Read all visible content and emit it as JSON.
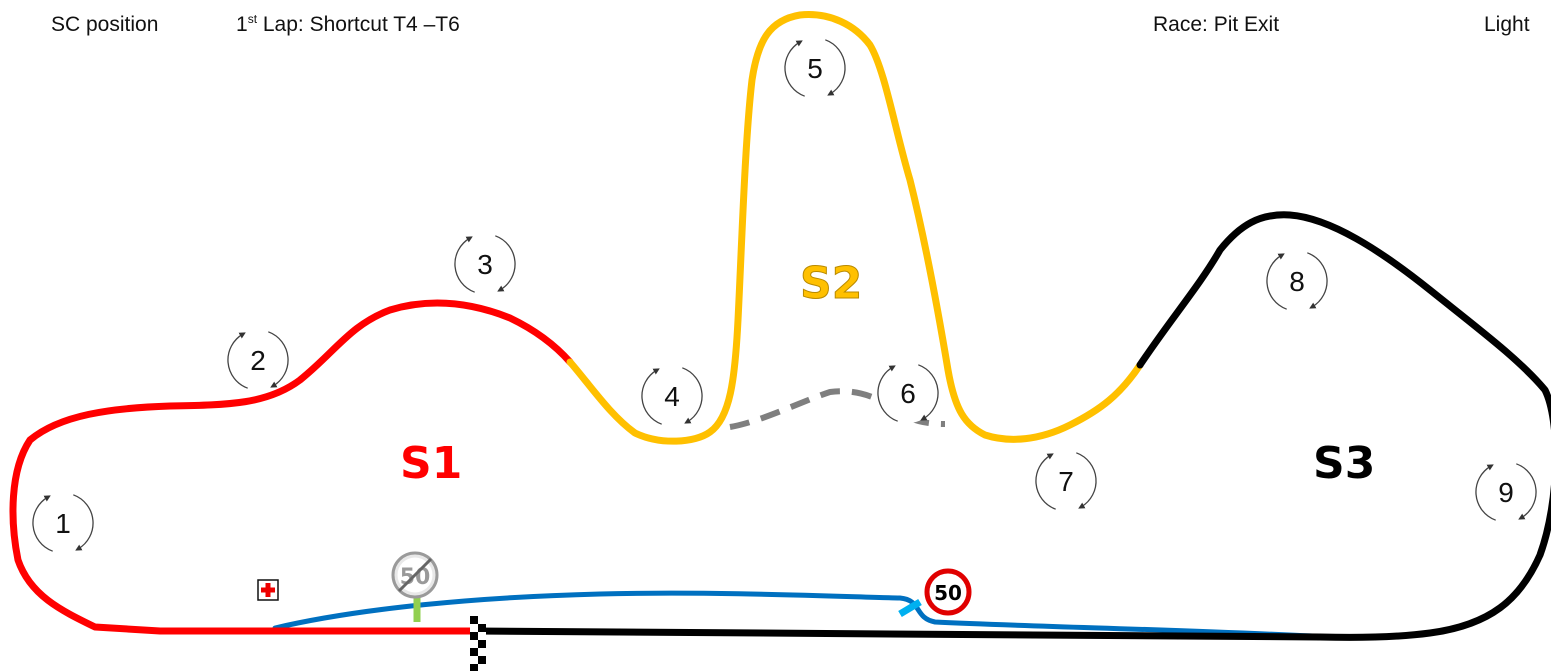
{
  "header": {
    "sc_position": "SC position",
    "lap_prefix": "1",
    "lap_sup": "st",
    "lap_rest": " Lap: Shortcut T4 –T6",
    "race": "Race: Pit Exit",
    "lights": "Light"
  },
  "sectors": [
    {
      "label": "S1",
      "color": "#ff0000"
    },
    {
      "label": "S2",
      "color": "#ffc000"
    },
    {
      "label": "S3",
      "color": "#000000"
    }
  ],
  "corners": [
    "1",
    "2",
    "3",
    "4",
    "5",
    "6",
    "7",
    "8",
    "9"
  ],
  "signs": {
    "speed_limit": "50",
    "end_limit": "50"
  },
  "colors": {
    "sector1": "#ff0000",
    "sector2": "#ffc000",
    "sector3": "#000000",
    "pit_lane": "#0070c0",
    "pit_exit_marker": "#00b0f0",
    "pit_entry_marker": "#92d050",
    "shortcut": "#7f7f7f"
  }
}
